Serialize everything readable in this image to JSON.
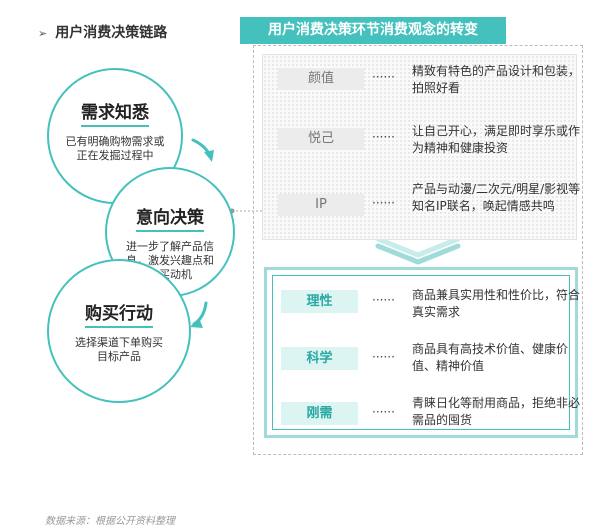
{
  "left_header": {
    "title": "用户消费决策链路"
  },
  "circles": [
    {
      "title": "需求知悉",
      "desc_lines": [
        "已有明确购物需求或",
        "正在发掘过程中"
      ]
    },
    {
      "title": "意向决策",
      "desc_lines": [
        "进一步了解产品信",
        "息，激发兴趣点和",
        "购买动机"
      ]
    },
    {
      "title": "购买行动",
      "desc_lines": [
        "选择渠道下单购买",
        "目标产品"
      ]
    }
  ],
  "right_panel": {
    "title": "用户消费决策环节消费观念的转变",
    "upper_items": [
      {
        "label": "颜值",
        "desc": "精致有特色的产品设计和包装，拍照好看"
      },
      {
        "label": "悦己",
        "desc": "让自己开心，满足即时享乐或作为精神和健康投资"
      },
      {
        "label": "IP",
        "desc": "产品与动漫/二次元/明星/影视等知名IP联名，唤起情感共鸣"
      }
    ],
    "lower_items": [
      {
        "label": "理性",
        "desc": "商品兼具实用性和性价比，符合真实需求"
      },
      {
        "label": "科学",
        "desc": "商品具有高技术价值、健康价值、精神价值"
      },
      {
        "label": "刚需",
        "desc": "青睐日化等耐用商品，拒绝非必需品的囤货"
      }
    ],
    "dots": "······"
  },
  "source": "数据来源：根据公开资料整理",
  "colors": {
    "accent": "#45c1bd",
    "accent_light": "#9fdbd9",
    "label_teal_bg": "#dcf4f2",
    "label_grey_bg": "#ececec"
  }
}
